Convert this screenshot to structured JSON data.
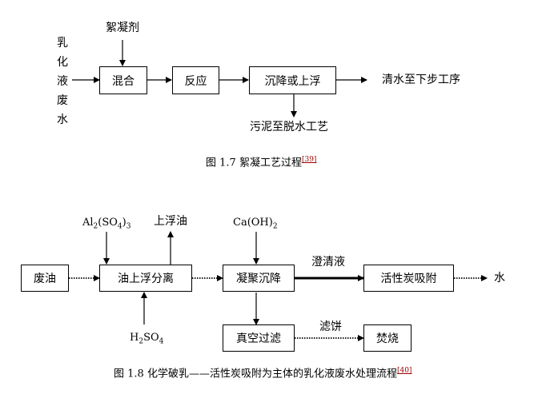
{
  "diagram1": {
    "input_vertical": [
      "乳",
      "化",
      "液",
      "废",
      "水"
    ],
    "flocculant": "絮凝剂",
    "box_mix": "混合",
    "box_react": "反应",
    "box_settle": "沉降或上浮",
    "output_clear": "清水至下步工序",
    "output_sludge": "污泥至脱水工艺",
    "caption": "图 1.7  絮凝工艺过程",
    "caption_ref": "[39]"
  },
  "diagram2": {
    "box_waste_oil": "废油",
    "box_oil_float": "油上浮分离",
    "box_coag": "凝聚沉降",
    "box_carbon": "活性炭吸附",
    "box_vacuum": "真空过滤",
    "box_burn": "焚烧",
    "reagent_al": {
      "p1": "Al",
      "s1": "2",
      "p2": "(SO",
      "s2": "4",
      "p3": ")",
      "s3": "3"
    },
    "reagent_ca": {
      "p1": "Ca(OH)",
      "s1": "2"
    },
    "reagent_h": {
      "p1": "H",
      "s1": "2",
      "p2": "SO",
      "s2": "4"
    },
    "label_float_oil": "上浮油",
    "label_clear": "澄清液",
    "label_cake": "滤饼",
    "output_water": "水",
    "caption": "图 1.8 化学破乳——活性炭吸附为主体的乳化液废水处理流程",
    "caption_ref": "[40]"
  }
}
